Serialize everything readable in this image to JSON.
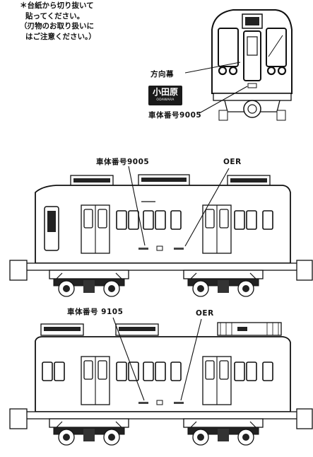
{
  "instructions": {
    "lines": [
      "＊台紙から切り抜いて",
      "貼ってください。",
      "（刃物のお取り扱いに",
      "はご注意ください。）"
    ]
  },
  "front_view": {
    "destination_board_label": "方向幕",
    "destination_sign": {
      "kanji": "小田原",
      "romaji": "ODAWARA"
    },
    "car_number_label": "車体番号9005"
  },
  "car_9005": {
    "car_number_label": "車体番号9005",
    "company_mark_label": "OER"
  },
  "car_9105": {
    "car_number_label": "車体番号 9105",
    "company_mark_label": "OER"
  }
}
